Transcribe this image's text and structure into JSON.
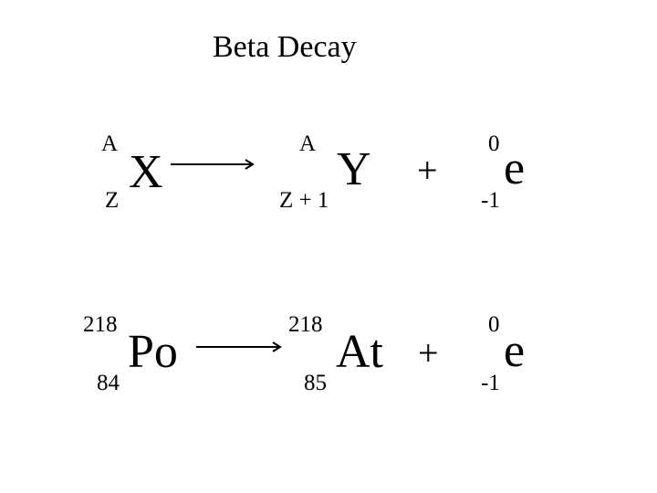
{
  "title": "Beta Decay",
  "general_equation": {
    "parent": {
      "mass": "A",
      "atomic": "Z",
      "symbol": "X"
    },
    "daughter": {
      "mass": "A",
      "atomic": "Z + 1",
      "symbol": "Y"
    },
    "plus": "+",
    "electron": {
      "mass": "0",
      "atomic": "-1",
      "symbol": "e"
    }
  },
  "example_equation": {
    "parent": {
      "mass": "218",
      "atomic": "84",
      "symbol": "Po"
    },
    "daughter": {
      "mass": "218",
      "atomic": "85",
      "symbol": "At"
    },
    "plus": "+",
    "electron": {
      "mass": "0",
      "atomic": "-1",
      "symbol": "e"
    }
  }
}
